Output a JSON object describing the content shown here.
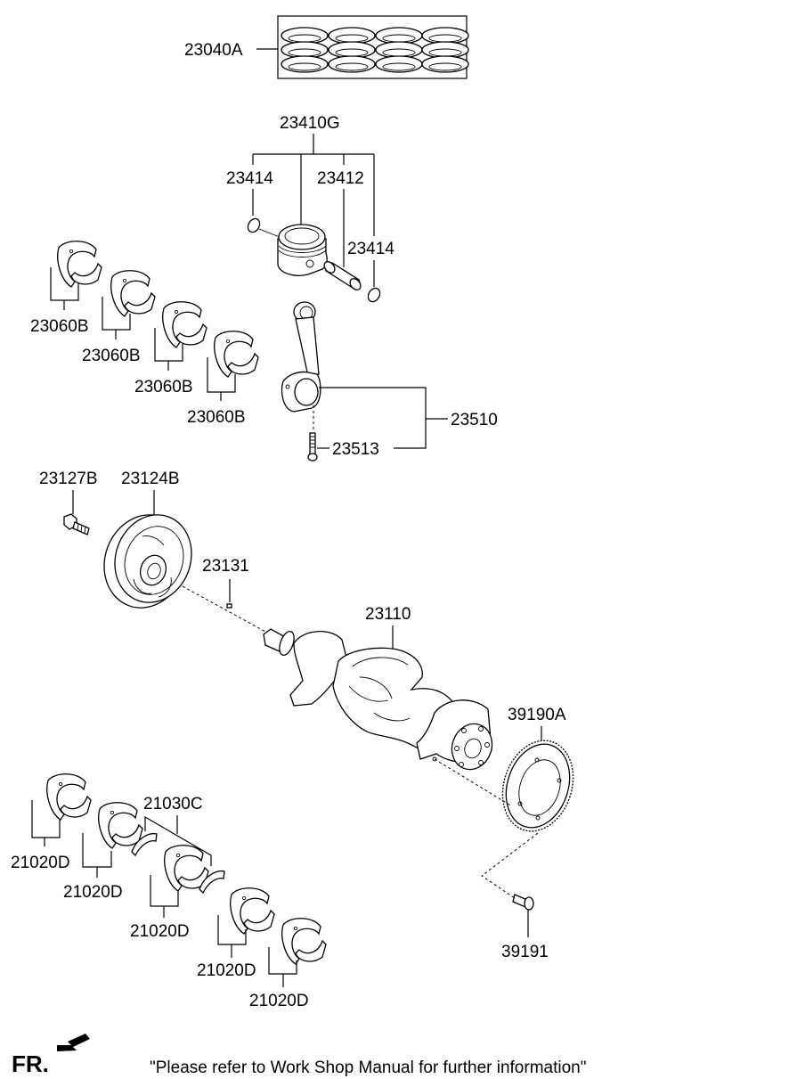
{
  "diagram": {
    "parts": {
      "piston_ring_set": "23040A",
      "piston_assembly": "23410G",
      "snap_ring_left": "23414",
      "piston_pin": "23412",
      "snap_ring_right": "23414",
      "conrod_bearing_1": "23060B",
      "conrod_bearing_2": "23060B",
      "conrod_bearing_3": "23060B",
      "conrod_bearing_4": "23060B",
      "connecting_rod_assembly": "23510",
      "conrod_bolt": "23513",
      "damper_pulley_bolt": "23127B",
      "damper_pulley": "23124B",
      "key": "23131",
      "crankshaft": "23110",
      "ring_plate": "39190A",
      "ring_plate_bolt": "39191",
      "thrust_bearing": "21030C",
      "main_bearing_1": "21020D",
      "main_bearing_2": "21020D",
      "main_bearing_3": "21020D",
      "main_bearing_4": "21020D",
      "main_bearing_5": "21020D"
    },
    "front_indicator": "FR.",
    "footer_note": "\"Please refer to Work Shop Manual for further information\""
  }
}
